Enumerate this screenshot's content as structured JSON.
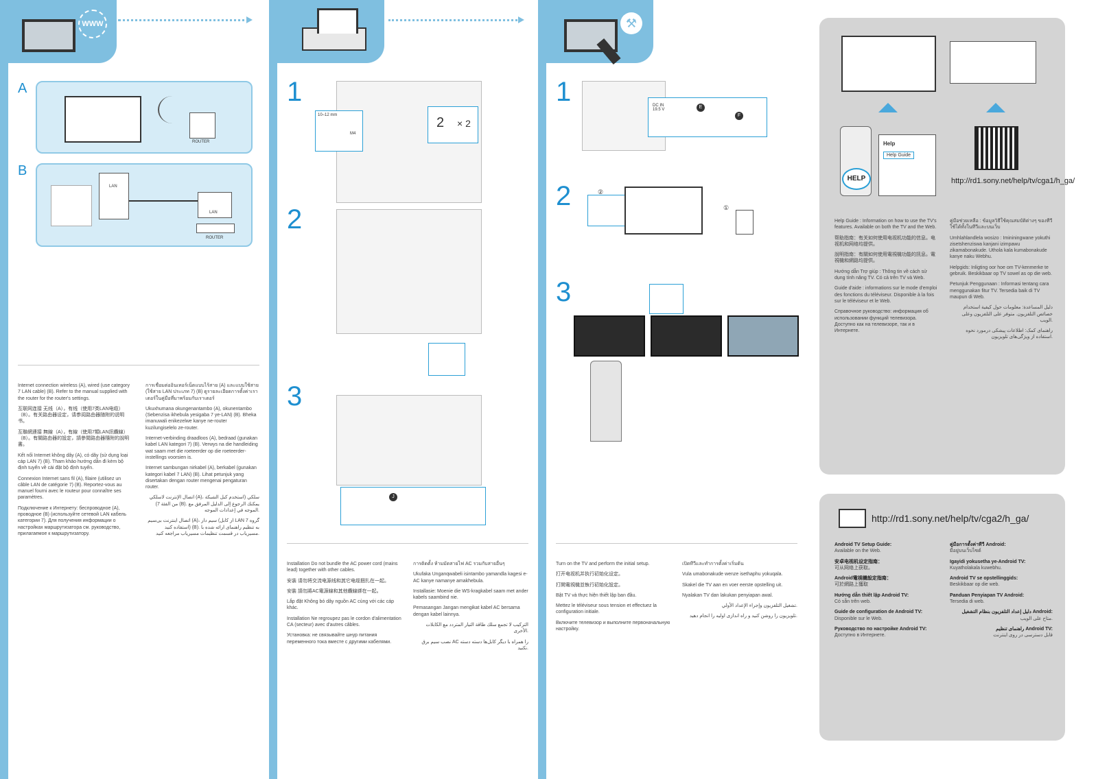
{
  "panel1": {
    "header_icon_text": "WWW",
    "section_a": "A",
    "section_b": "B",
    "router_label_a": "ROUTER",
    "lan_label_tv": "LAN",
    "lan_label_router": "LAN",
    "router_label_b": "ROUTER",
    "text_col1": [
      "Internet connection wireless (A), wired (use category 7 LAN cable) (B). Refer to the manual supplied with the router for the router's settings.",
      "互联网连接 无线（A），有线（使用7类LAN电缆）（B）。有关路由器设定，请参阅路由器随附的说明书。",
      "互聯網連接 無線（A），有線（使用7類LAN訊纜線）（B）。有關路由器的設定，請參閱路由器隨附的說明書。",
      "Kết nối Internet không dây (A), có dây (sử dụng loại cáp LAN 7) (B). Tham khảo hướng dẫn đi kèm bộ định tuyến về cài đặt bộ định tuyến.",
      "Connexion Internet sans fil (A), filaire (utilisez un câble LAN de catégorie 7) (B). Reportez-vous au manuel fourni avec le routeur pour connaître ses paramètres.",
      "Подключение к Интернету: беспроводное (A), проводное (B) (используйте сетевой LAN кабель категории 7). Для получения информации о настройках маршрутизатора см. руководство, прилагаемое к маршрутизатору."
    ],
    "text_col2": [
      "การเชื่อมต่ออินเทอร์เน็ตแบบไร้สาย (A) และแบบใช้สาย (ใช้สาย LAN ประเภท 7) (B) ดูรายละเอียดการตั้งค่าเราเตอร์ในคู่มือที่มาพร้อมกับเราเตอร์",
      "Ukuxhumana okungenantambo (A), okunentambo (Sebenzisa ikhebula yesigaba 7 ye-LAN) (B). Bheka imanuwali enikezelwe kanye ne-router kuzilungiselelo ze-router.",
      "Internet-verbinding draadloos (A), bedraad (gunakan kabel LAN kategori 7) (B). Verwys na die handleiding wat saam met die roeteerder op die roeteerder-instellings voorsien is.",
      "Internet sambungan nirkabel (A), berkabel (gunakan kategori kabel 7 LAN) (B). Lihat petunjuk yang disertakan dengan router mengenai pengaturan router.",
      "اتصال الإنترنت لاسلكي (A)، سلكي (استخدم كبل الشبكة من الفئة 7) (B). يمكنك الرجوع إلى الدليل المرفق مع الموجه في إعدادات الموجه.",
      "اتصال اینترنت بی‌سیم (A)، سیم دار (از کابل LAN گروه 7 استفاده کنید) (B). به تنظیم راهنمای ارائه شده با مسیریاب در قسمت تنظیمات مسیریاب مراجعه کنید."
    ]
  },
  "panel2": {
    "step1": "1",
    "step2": "2",
    "step3": "3",
    "screw_length": "10–12 mm",
    "screw_size": "M4",
    "bracket_number": "2",
    "bracket_multiplier": "× 2",
    "clip_letter": "J",
    "text_col1": [
      "Installation Do not bundle the AC power cord (mains lead) together with other cables.",
      "安装 请勿将交流电源线和其它电缆捆扎在一起。",
      "安裝 請勿將AC電源線和其他纜線綁在一起。",
      "Lắp đặt Không bó dây nguồn AC cùng với các cáp khác.",
      "Installation Ne regroupez pas le cordon d'alimentation CA (secteur) avec d'autres câbles.",
      "Установка: не связывайте шнур питания переменного тока вместе с другими кабелями."
    ],
    "text_col2": [
      "การติดตั้ง ห้ามมัดสายไฟ AC รวมกับสายอื่นๆ",
      "Ukufaka Unganqwabeli isintambo yamandla kagesi e-AC kanye namanye amakhebula.",
      "Installasie: Moenie die WS-kragkabel saam met ander kabels saambind nie.",
      "Pemasangan Jangan mengikat kabel AC bersama dengan kabel lainnya.",
      "التركيب لا تجمع سلك طاقة التيار المتردد مع الكابلات الأخرى.",
      "نصب سیم برق AC را همراه با دیگر کابل‌ها دسته دسته نکنید."
    ]
  },
  "panel3": {
    "step1": "1",
    "step2": "2",
    "step3": "3",
    "dc_in_label": "DC IN 19.5 V",
    "label_e": "E",
    "label_f": "F",
    "circle_1": "①",
    "circle_2": "②",
    "text_col1": [
      "Turn on the TV and perform the initial setup.",
      "打开电视机并执行初始化设定。",
      "打開電視機並執行初始化設定。",
      "Bật TV và thực hiện thiết lập ban đầu.",
      "Mettez le téléviseur sous tension et effectuez la configuration initiale.",
      "Включите телевизор и выполните первоначальную настройку."
    ],
    "text_col2": [
      "เปิดทีวีและทำการตั้งค่าเริ่มต้น",
      "Vula umabonakude wenze isethaphu yokuqala.",
      "Skakel die TV aan en voer eerste opstelling uit.",
      "Nyalakan TV dan lakukan penyiapan awal.",
      "تشغيل التلفزيون وإجراء الإعداد الأولي.",
      "تلویزیون را روشن کنید و راه اندازی اولیه را انجام دهید."
    ]
  },
  "panel4": {
    "help_heading": "Help",
    "help_guide_button": "Help Guide",
    "remote_help_label": "HELP",
    "url_top": "http://rd1.sony.net/help/tv/cga1/h_ga/",
    "url_bottom": "http://rd1.sony.net/help/tv/cga2/h_ga/",
    "help_text_col1": [
      "Help Guide : Information on how to use the TV's features. Available on both the TV and the Web.",
      "帮助指南：有关如何使用电视机功能的信息。电视机和网络均提供。",
      "說明指南：有關如何使用電視機功能的訊息。電視機和網路均提供。",
      "Hướng dẫn Trợ giúp : Thông tin về cách sử dụng tính năng TV. Có cả trên TV và Web.",
      "Guide d'aide : informations sur le mode d'emploi des fonctions du téléviseur. Disponible à la fois sur le téléviseur et le Web.",
      "Справочное руководство: информация об использовании функций телевизора. Доступно как на телевизоре, так и в Интернете."
    ],
    "help_text_col2": [
      "คู่มือช่วยเหลือ : ข้อมูลวิธีใช้คุณสมบัติต่างๆ ของทีวี ใช้ได้ทั้งในทีวีและบนเว็บ",
      "Umhlahlandlela wosizo : Imininingwane yokuthi zisetshenziswa kanjani izimpawu zikamabonakude. Uthola kala kumabonakude kanye naku Webhu.",
      "Helpgids: Inligting oor hoe om TV-kenmerke te gebruik. Beskikbaar op TV sowel as op die web.",
      "Petunjuk Penggunaan : Informasi tentang cara menggunakan fitur TV. Tersedia baik di TV maupun di Web.",
      "دليل المساعدة: معلومات حول كيفية استخدام خصائص التلفزيون. متوفر على التلفزيون وعلى الويب.",
      "راهنمای کمک: اطلاعات پیشکی درمورد نحوه استفاده از ویژگی‌های تلویزیون."
    ],
    "setup_col1": [
      {
        "title": "Android TV Setup Guide:",
        "body": "Available on the Web."
      },
      {
        "title": "安卓电视机设定指南：",
        "body": "可从网络上获取。"
      },
      {
        "title": "Android電視機設定指南：",
        "body": "可於網路上獲取"
      },
      {
        "title": "Hướng dẫn thiết lập Android TV:",
        "body": "Có sẵn trên web."
      },
      {
        "title": "Guide de configuration de Android TV:",
        "body": "Disponible sur le Web."
      },
      {
        "title": "Руководство по настройке Android TV:",
        "body": "Доступно в Интернете."
      }
    ],
    "setup_col2": [
      {
        "title": "คู่มือการตั้งค่าทีวี Android:",
        "body": "มีอยู่บนเว็บไซต์"
      },
      {
        "title": "Igayidi yokusetha ye-Android TV:",
        "body": "Kuyatholakala kuwebhu."
      },
      {
        "title": "Android TV se opstellinggids:",
        "body": "Beskikbaar op die web."
      },
      {
        "title": "Panduan Penyiapan TV Android:",
        "body": "Tersedia di web."
      },
      {
        "title": "دليل إعداد التلفزيون بنظام التشغيل Android:",
        "body": "متاح على الويب."
      },
      {
        "title": "راهنمای تنظیم Android TV:",
        "body": "قابل دسترسی در روی اینترنت"
      }
    ]
  }
}
